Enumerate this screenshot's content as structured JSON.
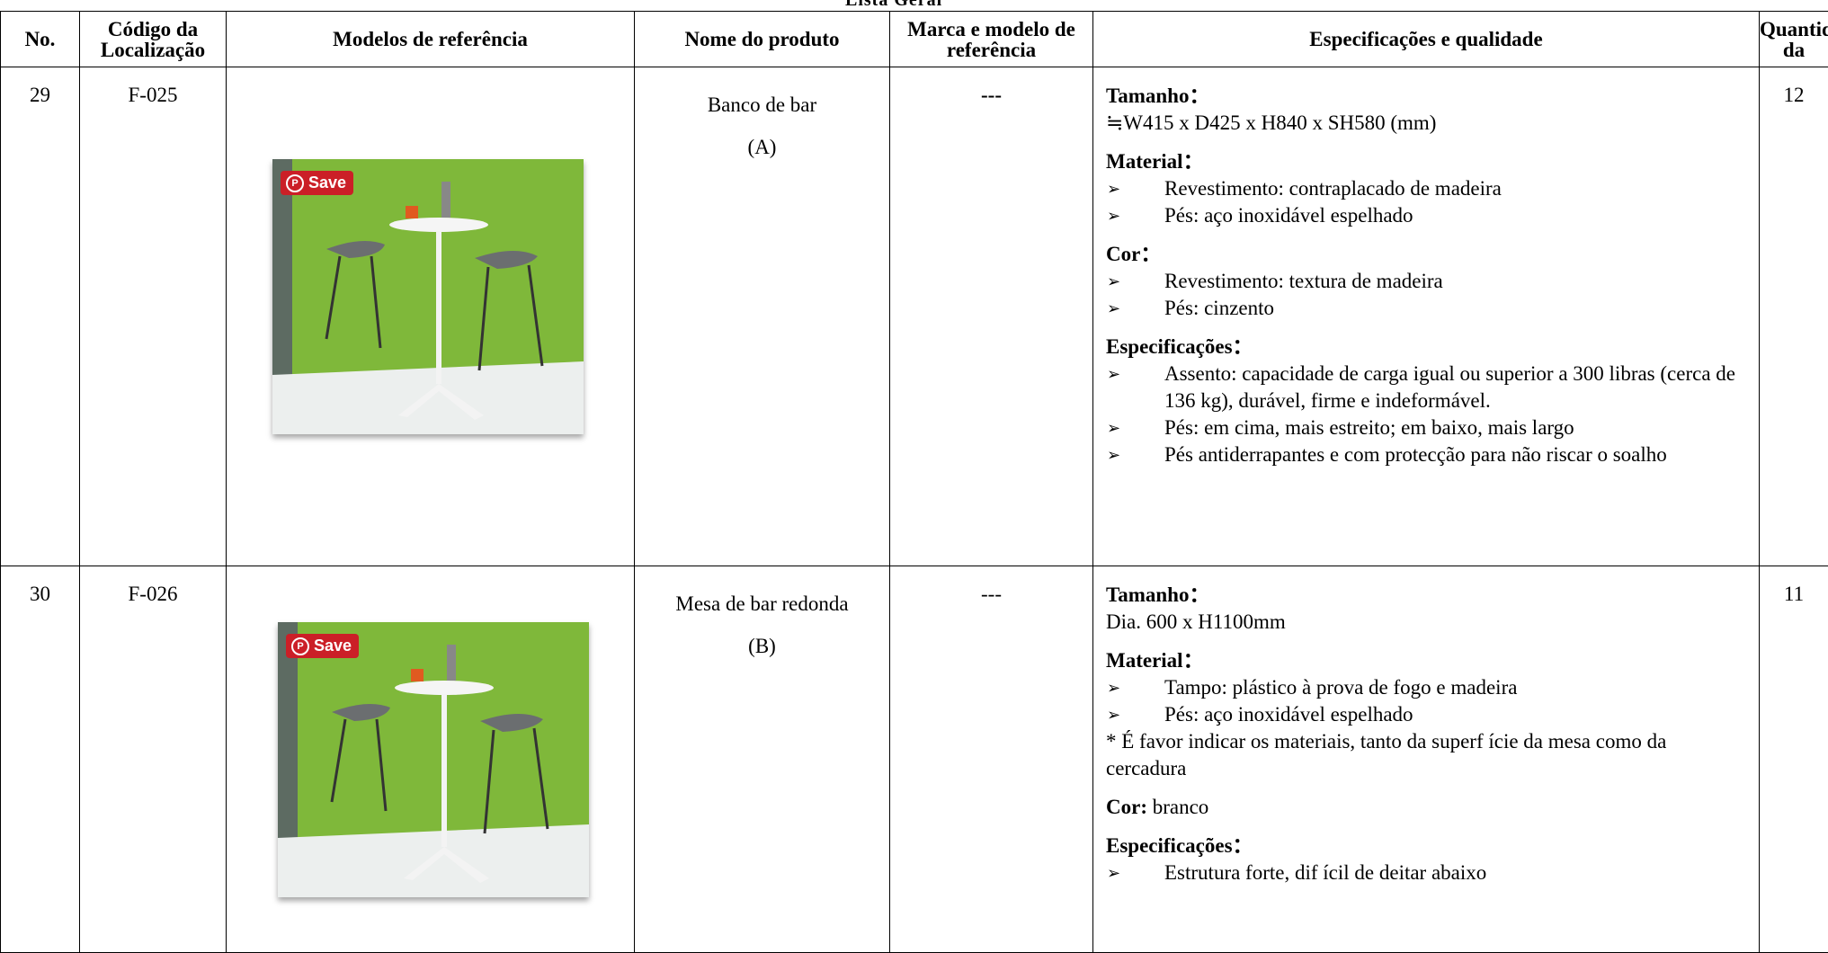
{
  "top_strip": "Lista Geral",
  "headers": {
    "no": "No.",
    "code": "Código da Localização",
    "models": "Modelos de referência",
    "name": "Nome do produto",
    "brand": "Marca e modelo de referência",
    "spec": "Especificações e qualidade",
    "qty": "Quantida da"
  },
  "rows": [
    {
      "no": "29",
      "code": "F-025",
      "name": "Banco de bar",
      "variant": "(A)",
      "brand": "---",
      "qty": "12",
      "save_label": "Save",
      "spec": {
        "size_head": "Tamanho：",
        "size_val": "≒W415 x D425 x H840 x SH580 (mm)",
        "material_head": "Material：",
        "material_items": [
          "Revestimento: contraplacado de madeira",
          "Pés: aço inoxidável espelhado"
        ],
        "color_head": "Cor：",
        "color_items": [
          "Revestimento: textura de madeira",
          "Pés: cinzento"
        ],
        "spec_head": "Especificações：",
        "spec_items": [
          "Assento: capacidade de carga igual ou superior a 300 libras (cerca de 136 kg), durável, firme e indeformável.",
          "Pés: em cima, mais estreito; em baixo, mais largo",
          "Pés antiderrapantes e com protecção para não riscar o soalho"
        ]
      }
    },
    {
      "no": "30",
      "code": "F-026",
      "name": "Mesa de bar redonda",
      "variant": "(B)",
      "brand": "---",
      "qty": "11",
      "save_label": "Save",
      "spec": {
        "size_head": "Tamanho：",
        "size_val": "Dia. 600 x H1100mm",
        "material_head": "Material：",
        "material_items": [
          "Tampo: plástico à prova de fogo e madeira",
          "Pés: aço inoxidável espelhado"
        ],
        "material_note": "* É favor indicar os materiais, tanto da superf ície da mesa como da cercadura",
        "color_head": "Cor:",
        "color_val": " branco",
        "spec_head": "Especificações：",
        "spec_items": [
          "Estrutura forte, dif ícil de deitar abaixo"
        ]
      }
    }
  ],
  "icons": {
    "bullet": "arrow-bullet-icon",
    "pinterest": "pinterest-icon"
  }
}
